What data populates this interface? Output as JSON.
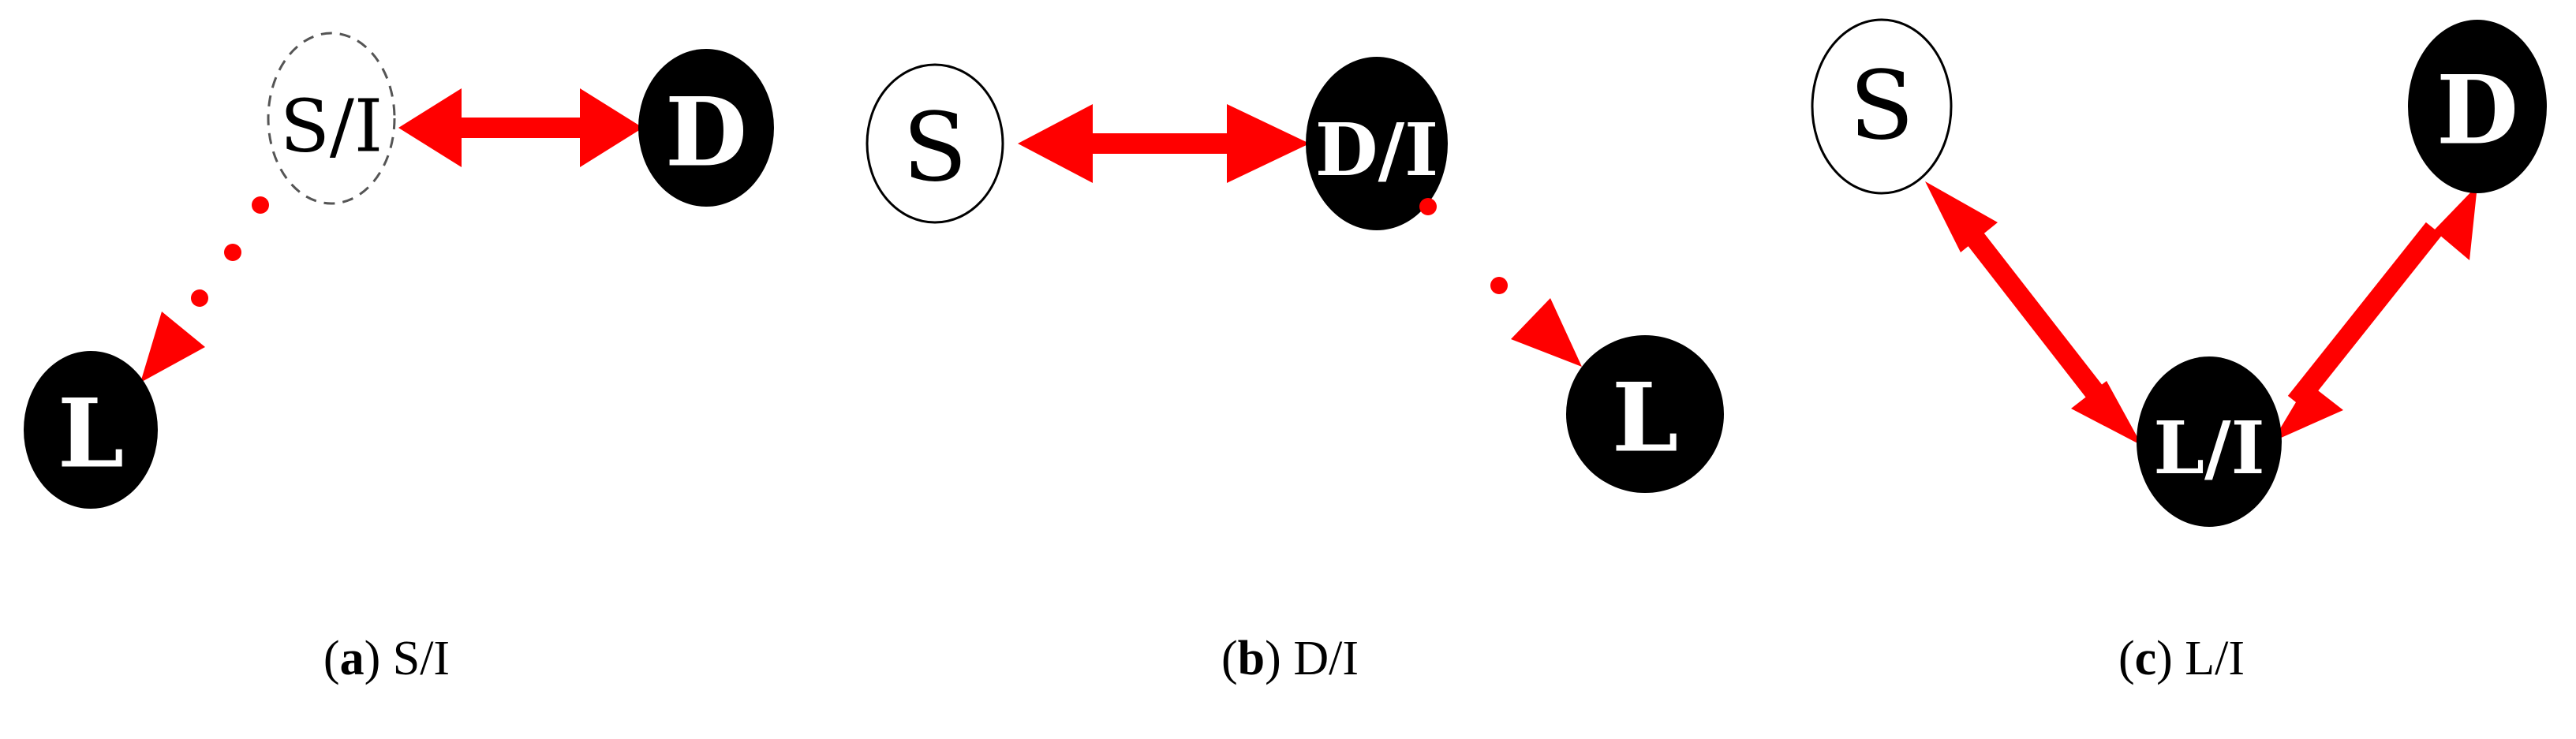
{
  "colors": {
    "arrow": "#ff0000",
    "node_fill": "#000000",
    "node_text": "#ffffff",
    "hollow_stroke": "#000000"
  },
  "panels": [
    {
      "letter": "a",
      "caption": "S/I",
      "nodes": {
        "si": "S/I",
        "d": "D",
        "l": "L"
      }
    },
    {
      "letter": "b",
      "caption": "D/I",
      "nodes": {
        "s": "S",
        "di": "D/I",
        "l": "L"
      }
    },
    {
      "letter": "c",
      "caption": "L/I",
      "nodes": {
        "s": "S",
        "d": "D",
        "li": "L/I"
      }
    }
  ]
}
